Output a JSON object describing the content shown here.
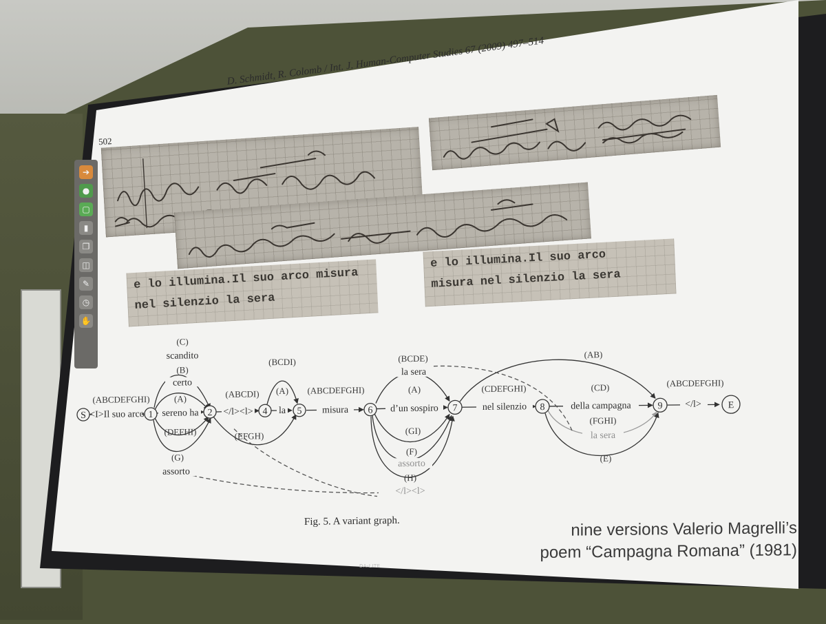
{
  "slide": {
    "journal_header": "D. Schmidt, R. Colomb / Int. J. Human-Computer Studies 67 (2009) 497–514",
    "page_number": "502",
    "figure_caption": "Fig. 5. A variant graph.",
    "credit_line1": "nine versions Valerio Magrelli’s",
    "credit_line2": "poem “Campagna Romana” (1981)"
  },
  "typed_fragments": [
    {
      "lines": [
        "e lo illumina.Il suo arco misura",
        "nel silenzio la sera"
      ]
    },
    {
      "lines": [
        "e lo illumina.Il suo arco",
        "misura nel silenzio la sera"
      ]
    }
  ],
  "graph": {
    "nodes": [
      "S",
      "1",
      "2",
      "4",
      "5",
      "6",
      "7",
      "8",
      "9",
      "E"
    ],
    "edge_labels": {
      "s_1": "<I>Il suo arco",
      "s_1_sig": "(ABCDEFGHI)",
      "scandito": "scandito",
      "scandito_sig": "(C)",
      "certo": "certo",
      "certo_sig": "(B)",
      "sereno": "sereno ha",
      "sereno_sig": "(A)",
      "defhi": "(DEFHI)",
      "assorto1": "assorto",
      "assorto1_sig": "(G)",
      "two_4": "</l><l>",
      "two_4_sig": "(ABCDI)",
      "efgh": "(EFGH)",
      "la": "la",
      "la_sig": "(A)",
      "bcdi": "(BCDI)",
      "misura": "misura",
      "misura_sig": "(ABCDEFGHI)",
      "lasera1": "la sera",
      "lasera1_sig": "(BCDE)",
      "sospiro": "d’un sospiro",
      "sospiro_sig": "(A)",
      "gi": "(GI)",
      "assorto2": "assorto",
      "assorto2_sig": "(F)",
      "lbreak": "</l><l>",
      "lbreak_sig": "(H)",
      "silenzio": "nel silenzio",
      "silenzio_sig": "(CDEFGHI)",
      "ab": "(AB)",
      "campagna": "della campagna",
      "campagna_sig": "(CD)",
      "lasera2": "la sera",
      "lasera2_sig": "(FGHI)",
      "e_sig": "(E)",
      "end": "</l>",
      "end_sig": "(ABCDEFGHI)"
    }
  },
  "toolbar": {
    "icons": [
      "arrow-icon",
      "microphone-icon",
      "chat-icon",
      "page-icon",
      "copy-icon",
      "screen-icon",
      "pen-icon",
      "clock-icon",
      "hand-icon"
    ]
  },
  "projector_brand": "DA-LITE"
}
